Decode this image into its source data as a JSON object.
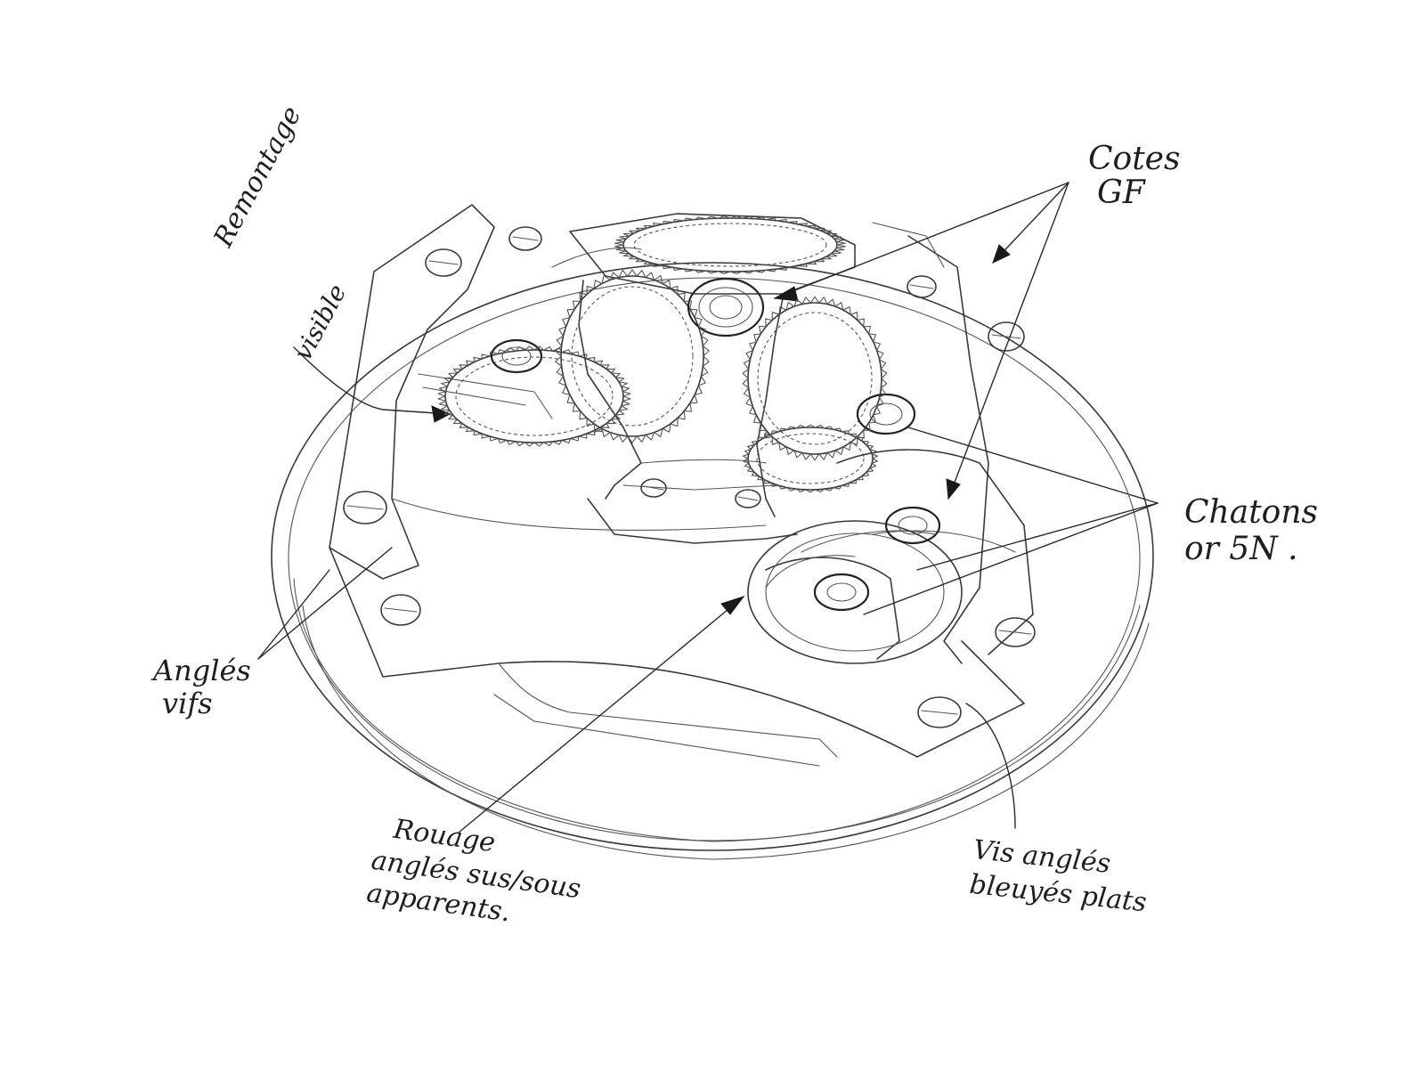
{
  "annotations": {
    "remontage": {
      "line1": "Remontage",
      "line2": "visible"
    },
    "cotes": {
      "line1": "Cotes",
      "line2": "GF"
    },
    "chatons": {
      "line1": "Chatons",
      "line2": "or 5N ."
    },
    "angles_vifs": {
      "line1": "Anglés",
      "line2": "vifs"
    },
    "rouage": {
      "line1": "Rouage",
      "line2": "anglés sus/sous",
      "line3": "apparents."
    },
    "vis": {
      "line1": "Vis anglés",
      "line2": "bleuyés plats"
    }
  },
  "colors": {
    "ink": "#3a3a3a",
    "paper": "#ffffff"
  }
}
